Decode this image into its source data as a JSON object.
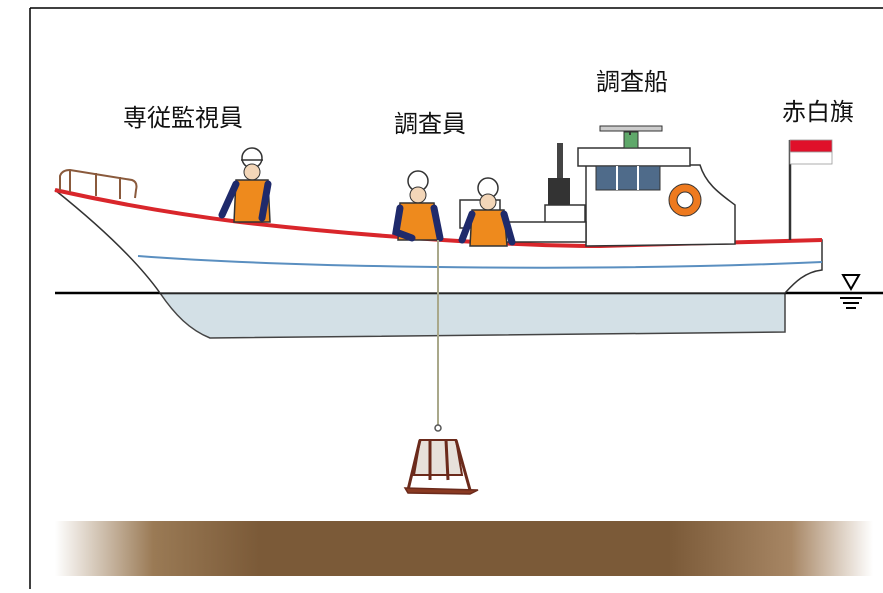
{
  "labels": {
    "observer": "専従監視員",
    "surveyors": "調査員",
    "survey_vessel": "調査船",
    "red_white_flag": "赤白旗"
  },
  "colors": {
    "hull_stripe": "#d9262b",
    "underwater_hull": "#d3e0e6",
    "life_vest": "#ee8a1d",
    "uniform": "#1f2a6b",
    "seabed": "#7b5a38",
    "flag_red": "#e0102a",
    "life_ring": "#ee7a1f"
  },
  "icons": [
    "water-level-symbol-icon",
    "grab-sampler-icon",
    "life-ring-icon",
    "helmet-icon"
  ]
}
